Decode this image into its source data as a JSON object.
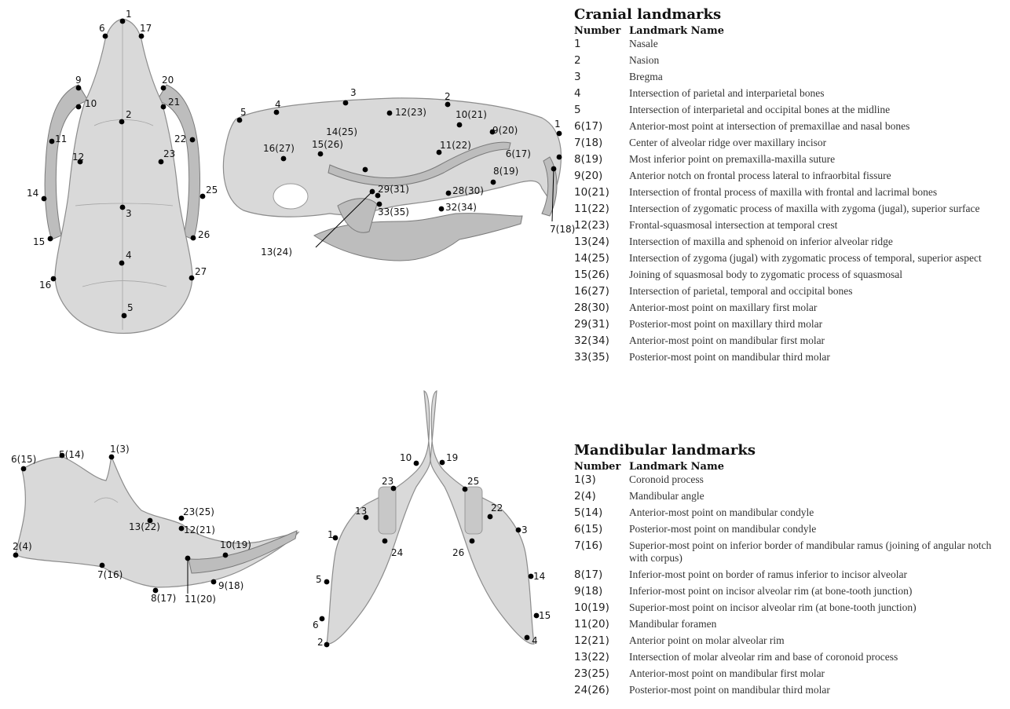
{
  "cranial": {
    "title": "Cranial landmarks",
    "col_number": "Number",
    "col_name": "Landmark Name",
    "rows": [
      {
        "num": "1",
        "name": "Nasale"
      },
      {
        "num": "2",
        "name": "Nasion"
      },
      {
        "num": "3",
        "name": "Bregma"
      },
      {
        "num": "4",
        "name": "Intersection of parietal and interparietal bones"
      },
      {
        "num": "5",
        "name": "Intersection of interparietal and occipital bones at the midline"
      },
      {
        "num": "6(17)",
        "name": "Anterior-most point at intersection of premaxillae and nasal bones"
      },
      {
        "num": "7(18)",
        "name": "Center of alveolar ridge over maxillary incisor"
      },
      {
        "num": "8(19)",
        "name": "Most inferior point on premaxilla-maxilla suture"
      },
      {
        "num": "9(20)",
        "name": "Anterior notch on frontal process lateral to infraorbital fissure"
      },
      {
        "num": "10(21)",
        "name": "Intersection of frontal process of maxilla with frontal and lacrimal bones"
      },
      {
        "num": "11(22)",
        "name": "Intersection of zygomatic process of maxilla with zygoma (jugal), superior surface"
      },
      {
        "num": "12(23)",
        "name": "Frontal-squasmosal intersection at temporal crest"
      },
      {
        "num": "13(24)",
        "name": "Intersection of maxilla and sphenoid on inferior alveolar ridge"
      },
      {
        "num": "14(25)",
        "name": "Intersection of zygoma (jugal) with zygomatic process of  temporal, superior aspect"
      },
      {
        "num": "15(26)",
        "name": "Joining of squasmosal body to zygomatic process of squasmosal"
      },
      {
        "num": "16(27)",
        "name": "Intersection of parietal, temporal and occipital bones"
      },
      {
        "num": "28(30)",
        "name": "Anterior-most point on maxillary first molar"
      },
      {
        "num": "29(31)",
        "name": "Posterior-most point on maxillary third molar"
      },
      {
        "num": "32(34)",
        "name": "Anterior-most point on mandibular first molar"
      },
      {
        "num": "33(35)",
        "name": "Posterior-most point on mandibular third molar"
      }
    ]
  },
  "mandibular": {
    "title": "Mandibular landmarks",
    "col_number": "Number",
    "col_name": "Landmark Name",
    "rows": [
      {
        "num": "1(3)",
        "name": "Coronoid process"
      },
      {
        "num": "2(4)",
        "name": "Mandibular angle"
      },
      {
        "num": "5(14)",
        "name": "Anterior-most point on mandibular condyle"
      },
      {
        "num": "6(15)",
        "name": "Posterior-most point on mandibular condyle"
      },
      {
        "num": "7(16)",
        "name": "Superior-most point on inferior border of mandibular ramus (joining of angular notch with corpus)"
      },
      {
        "num": "8(17)",
        "name": "Inferior-most point on border of ramus inferior to incisor alveolar"
      },
      {
        "num": "9(18)",
        "name": "Inferior-most point on incisor alveolar rim (at bone-tooth junction)"
      },
      {
        "num": "10(19)",
        "name": "Superior-most point on incisor alveolar rim (at bone-tooth junction)"
      },
      {
        "num": "11(20)",
        "name": "Mandibular foramen"
      },
      {
        "num": "12(21)",
        "name": "Anterior point on molar alveolar rim"
      },
      {
        "num": "13(22)",
        "name": "Intersection of molar alveolar rim and base of coronoid process"
      },
      {
        "num": "23(25)",
        "name": "Anterior-most point on mandibular first molar"
      },
      {
        "num": "24(26)",
        "name": "Posterior-most point on mandibular third molar"
      }
    ]
  },
  "figure_labels": {
    "skull_dorsal": [
      "1",
      "2",
      "3",
      "4",
      "5",
      "6",
      "9",
      "10",
      "11",
      "12",
      "14",
      "15",
      "16",
      "17",
      "20",
      "21",
      "22",
      "23",
      "25",
      "26",
      "27"
    ],
    "skull_lateral": [
      "1",
      "2",
      "3",
      "4",
      "5",
      "6(17)",
      "7(18)",
      "8(19)",
      "9(20)",
      "10(21)",
      "11(22)",
      "12(23)",
      "13(24)",
      "14(25)",
      "15(26)",
      "16(27)",
      "28(30)",
      "29(31)",
      "32(34)",
      "33(35)"
    ],
    "mandible_lateral": [
      "1(3)",
      "2(4)",
      "5(14)",
      "6(15)",
      "7(16)",
      "8(17)",
      "9(18)",
      "10(19)",
      "11(20)",
      "12(21)",
      "13(22)",
      "23(25)"
    ],
    "mandible_ventral": [
      "1",
      "2",
      "3",
      "4",
      "5",
      "6",
      "10",
      "13",
      "14",
      "15",
      "19",
      "22",
      "23",
      "24",
      "25",
      "26"
    ]
  }
}
